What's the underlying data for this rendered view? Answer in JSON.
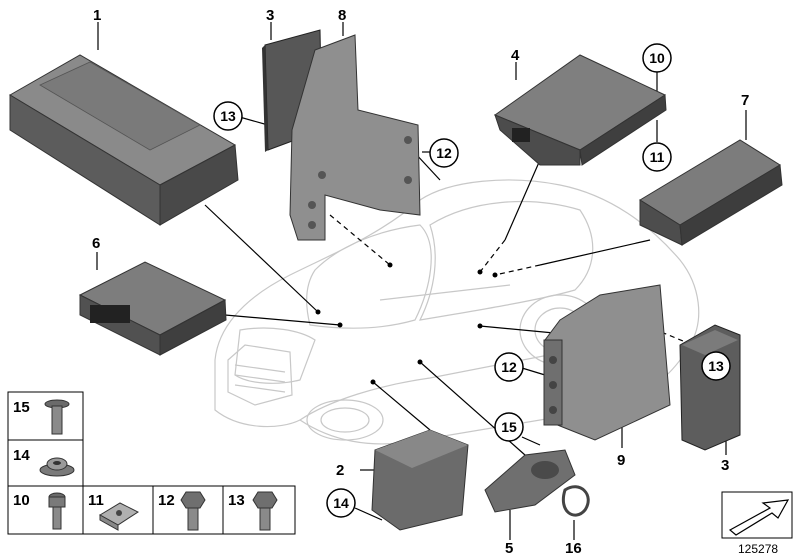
{
  "diagram": {
    "labels": {
      "p1": "1",
      "p2": "2",
      "p3a": "3",
      "p3b": "3",
      "p4": "4",
      "p5": "5",
      "p6": "6",
      "p7": "7",
      "p8": "8",
      "p9": "9",
      "p10": "10",
      "p11": "11",
      "p12a": "12",
      "p12b": "12",
      "p13a": "13",
      "p13b": "13",
      "p14": "14",
      "p15": "15",
      "p16": "16"
    },
    "legend": {
      "r15": "15",
      "r14": "14",
      "r10": "10",
      "r11": "11",
      "r12": "12",
      "r13": "13"
    },
    "diagram_number": "125278",
    "colors": {
      "part": "#5a5a5a",
      "part_light": "#8c8c8c",
      "part_dark": "#3a3a3a",
      "car_outline": "#c8c8c8"
    }
  }
}
